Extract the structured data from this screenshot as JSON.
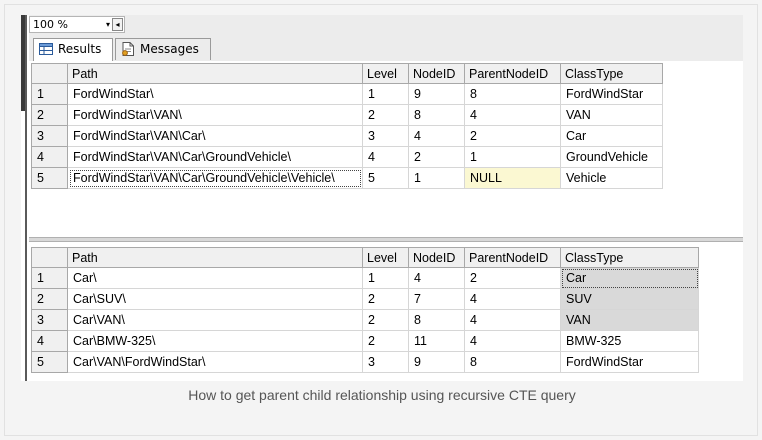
{
  "toolbar": {
    "zoom": "100 %",
    "arrow_glyph": "▾",
    "scroll_glyph": "◂"
  },
  "tabs": [
    {
      "label": "Results",
      "icon": "grid-icon"
    },
    {
      "label": "Messages",
      "icon": "document-icon"
    }
  ],
  "grid1": {
    "columns": [
      "Path",
      "Level",
      "NodeID",
      "ParentNodeID",
      "ClassType"
    ],
    "rows": [
      {
        "n": "1",
        "path": "FordWindStar\\",
        "level": "1",
        "node": "9",
        "parent": "8",
        "cls": "FordWindStar"
      },
      {
        "n": "2",
        "path": "FordWindStar\\VAN\\",
        "level": "2",
        "node": "8",
        "parent": "4",
        "cls": "VAN"
      },
      {
        "n": "3",
        "path": "FordWindStar\\VAN\\Car\\",
        "level": "3",
        "node": "4",
        "parent": "2",
        "cls": "Car"
      },
      {
        "n": "4",
        "path": "FordWindStar\\VAN\\Car\\GroundVehicle\\",
        "level": "4",
        "node": "2",
        "parent": "1",
        "cls": "GroundVehicle"
      },
      {
        "n": "5",
        "path": "FordWindStar\\VAN\\Car\\GroundVehicle\\Vehicle\\",
        "level": "5",
        "node": "1",
        "parent": "NULL",
        "cls": "Vehicle"
      }
    ]
  },
  "grid2": {
    "columns": [
      "Path",
      "Level",
      "NodeID",
      "ParentNodeID",
      "ClassType"
    ],
    "rows": [
      {
        "n": "1",
        "path": "Car\\",
        "level": "1",
        "node": "4",
        "parent": "2",
        "cls": "Car"
      },
      {
        "n": "2",
        "path": "Car\\SUV\\",
        "level": "2",
        "node": "7",
        "parent": "4",
        "cls": "SUV"
      },
      {
        "n": "3",
        "path": "Car\\VAN\\",
        "level": "2",
        "node": "8",
        "parent": "4",
        "cls": "VAN"
      },
      {
        "n": "4",
        "path": "Car\\BMW-325\\",
        "level": "2",
        "node": "11",
        "parent": "4",
        "cls": "BMW-325"
      },
      {
        "n": "5",
        "path": "Car\\VAN\\FordWindStar\\",
        "level": "3",
        "node": "9",
        "parent": "8",
        "cls": "FordWindStar"
      }
    ]
  },
  "caption": "How to get parent child relationship using recursive CTE query"
}
